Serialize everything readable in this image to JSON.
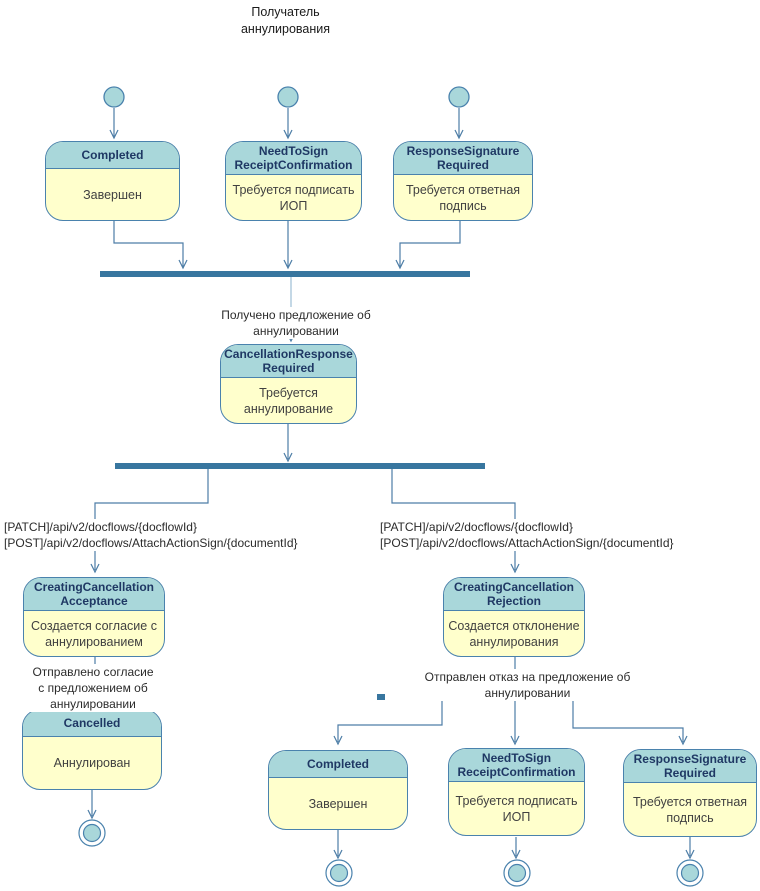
{
  "title": "Получатель\nаннулирования",
  "colors": {
    "state_header_fill": "#a9d7da",
    "state_body_fill": "#ffffcc",
    "state_border": "#4a82ad",
    "bar_color": "#38769f",
    "connector": "#4d7da6",
    "connector_light": "#9dbfd4",
    "header_text": "#1f3864",
    "body_text": "#414141",
    "label_text": "#2b2b2b"
  },
  "states": [
    {
      "name": "Completed",
      "desc": "Завершен"
    },
    {
      "name": "NeedToSign\nReceiptConfirmation",
      "desc": "Требуется подписать\nИОП"
    },
    {
      "name": "ResponseSignature\nRequired",
      "desc": "Требуется ответная\nподпись"
    },
    {
      "name": "CancellationResponse\nRequired",
      "desc": "Требуется\nаннулирование"
    },
    {
      "name": "CreatingCancellation\nAcceptance",
      "desc": "Создается согласие с\nаннулированием"
    },
    {
      "name": "CreatingCancellation\nRejection",
      "desc": "Создается отклонение\nаннулирования"
    },
    {
      "name": "Cancelled",
      "desc": "Аннулирован"
    },
    {
      "name": "Completed",
      "desc": "Завершен"
    },
    {
      "name": "NeedToSign\nReceiptConfirmation",
      "desc": "Требуется подписать\nИОП"
    },
    {
      "name": "ResponseSignature\nRequired",
      "desc": "Требуется ответная\nподпись"
    }
  ],
  "transitions": {
    "received_proposal": "Получено предложение об аннулировании",
    "sent_acceptance": "Отправлено согласие\nс предложением об аннулировании",
    "sent_rejection": "Отправлен отказ на предложение об аннулировании"
  },
  "api_calls": {
    "left": "[PATCH]/api/v2/docflows/{docflowId}\n[POST]/api/v2/docflows/AttachActionSign/{documentId}",
    "right": "[PATCH]/api/v2/docflows/{docflowId}\n[POST]/api/v2/docflows/AttachActionSign/{documentId}"
  }
}
